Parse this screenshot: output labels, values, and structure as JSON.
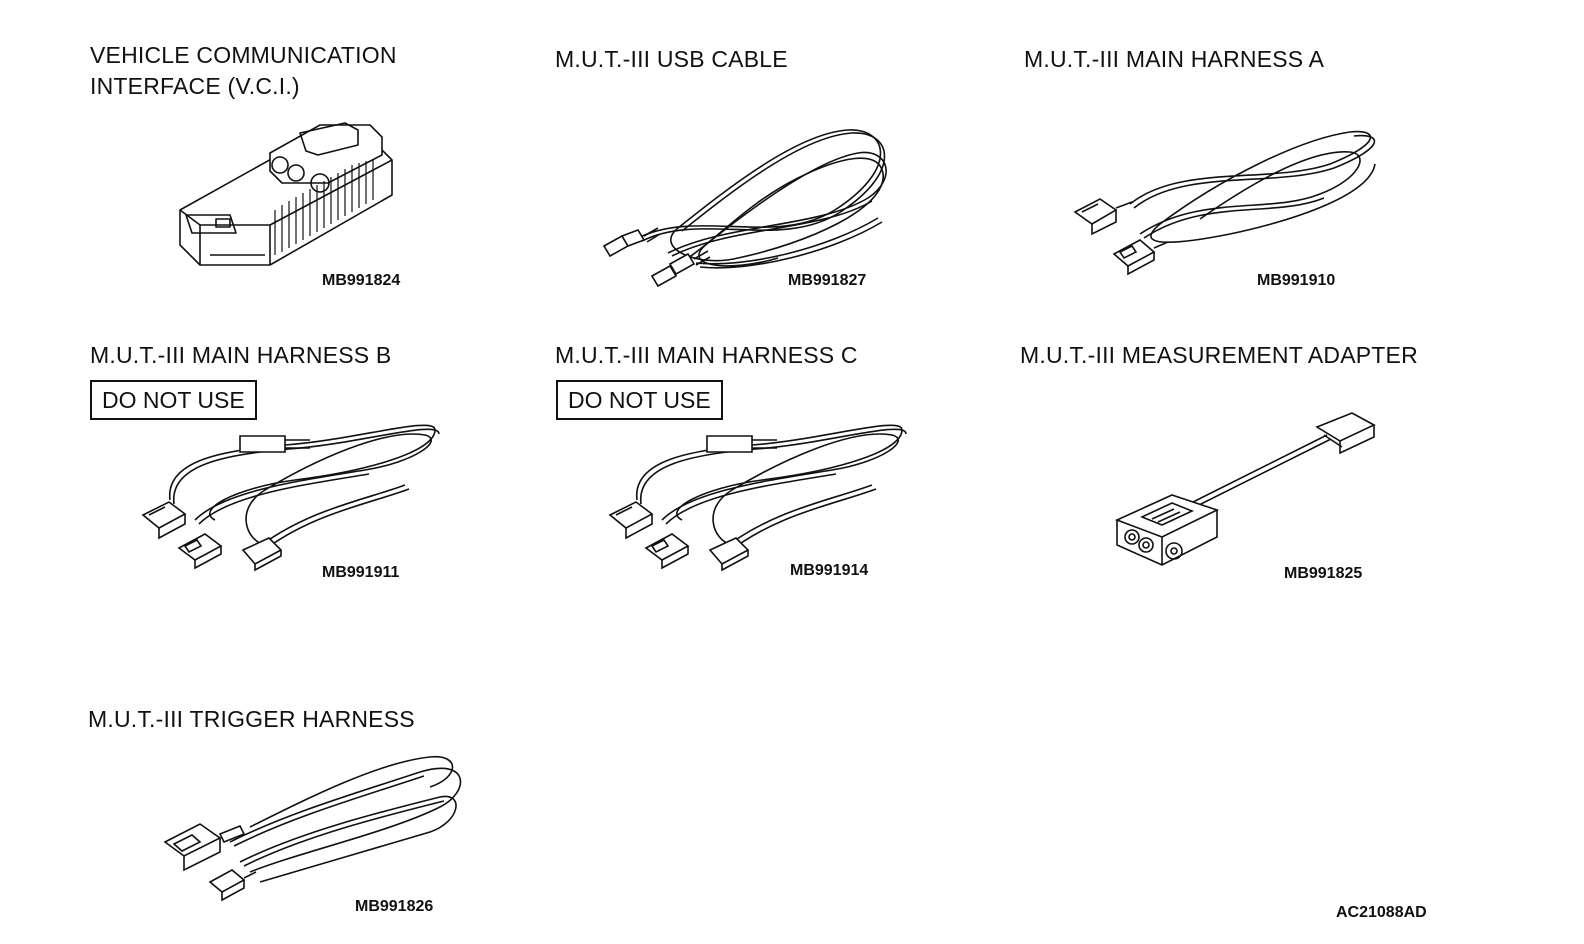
{
  "items": [
    {
      "title": "VEHICLE COMMUNICATION\nINTERFACE (V.C.I.)",
      "part": "MB991824",
      "icon": "vci-unit-icon"
    },
    {
      "title": "M.U.T.-III USB CABLE",
      "part": "MB991827",
      "icon": "usb-cable-icon"
    },
    {
      "title": "M.U.T.-III MAIN HARNESS A",
      "part": "MB991910",
      "icon": "main-harness-a-icon"
    },
    {
      "title": "M.U.T.-III MAIN HARNESS B",
      "part": "MB991911",
      "warning": "DO NOT USE",
      "icon": "main-harness-b-icon"
    },
    {
      "title": "M.U.T.-III MAIN HARNESS C",
      "part": "MB991914",
      "warning": "DO NOT USE",
      "icon": "main-harness-c-icon"
    },
    {
      "title": "M.U.T.-III MEASUREMENT ADAPTER",
      "part": "MB991825",
      "icon": "measurement-adapter-icon"
    },
    {
      "title": "M.U.T.-III TRIGGER HARNESS",
      "part": "MB991826",
      "icon": "trigger-harness-icon"
    }
  ],
  "figure_ref": "AC21088AD",
  "colors": {
    "ink": "#111111",
    "paper": "#ffffff"
  }
}
